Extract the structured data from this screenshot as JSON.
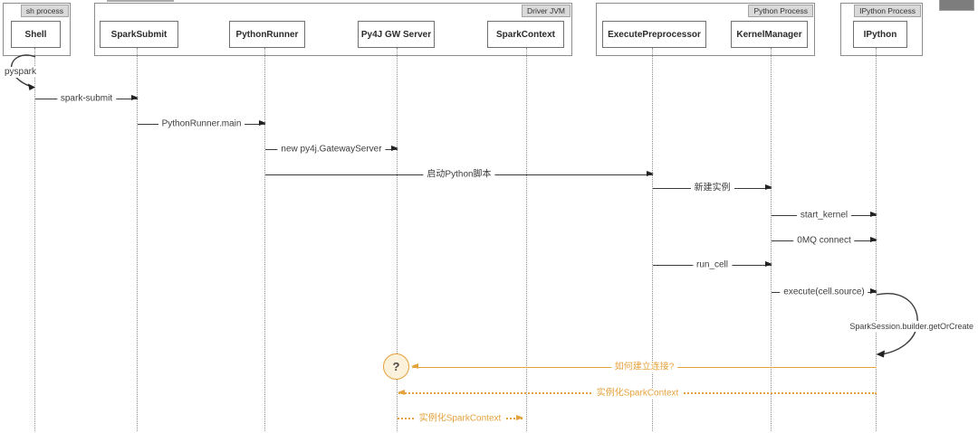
{
  "diagram": {
    "frames": [
      {
        "label": "sh process"
      },
      {
        "label": "Driver JVM"
      },
      {
        "label": "Python Process"
      },
      {
        "label": "IPython Process"
      }
    ],
    "participants": [
      {
        "name": "Shell"
      },
      {
        "name": "SparkSubmit"
      },
      {
        "name": "PythonRunner"
      },
      {
        "name": "Py4J GW Server"
      },
      {
        "name": "SparkContext"
      },
      {
        "name": "ExecutePreprocessor"
      },
      {
        "name": "KernelManager"
      },
      {
        "name": "IPython"
      }
    ],
    "messages": [
      {
        "label": "pyspark",
        "from": "Shell",
        "to": "Shell",
        "type": "self"
      },
      {
        "label": "spark-submit",
        "from": "Shell",
        "to": "SparkSubmit"
      },
      {
        "label": "PythonRunner.main",
        "from": "SparkSubmit",
        "to": "PythonRunner"
      },
      {
        "label": "new py4j.GatewayServer",
        "from": "PythonRunner",
        "to": "Py4J GW Server"
      },
      {
        "label": "启动Python脚本",
        "from": "PythonRunner",
        "to": "ExecutePreprocessor"
      },
      {
        "label": "新建实例",
        "from": "ExecutePreprocessor",
        "to": "KernelManager"
      },
      {
        "label": "start_kernel",
        "from": "KernelManager",
        "to": "IPython"
      },
      {
        "label": "0MQ connect",
        "from": "KernelManager",
        "to": "IPython"
      },
      {
        "label": "run_cell",
        "from": "ExecutePreprocessor",
        "to": "KernelManager"
      },
      {
        "label": "execute(cell.source)",
        "from": "KernelManager",
        "to": "IPython"
      },
      {
        "label": "SparkSession.builder.getOrCreate",
        "from": "IPython",
        "to": "IPython",
        "type": "self"
      },
      {
        "label": "如何建立连接?",
        "from": "IPython",
        "to": "Py4J GW Server",
        "style": "solid",
        "color": "#E4A23C"
      },
      {
        "label": "实例化SparkContext",
        "from": "IPython",
        "to": "Py4J GW Server",
        "style": "dotted",
        "color": "#E4A23C"
      },
      {
        "label": "实例化SparkContext",
        "from": "Py4J GW Server",
        "to": "SparkContext",
        "style": "dotted",
        "color": "#E4A23C"
      }
    ],
    "marker": {
      "question": "?"
    },
    "colors": {
      "accent_orange": "#E4A23C",
      "marker_fill": "#FCF1DA",
      "line_dark": "#3A3A3A",
      "frame_border": "#8C8C8C",
      "tab_background": "#D9D9D9"
    }
  }
}
